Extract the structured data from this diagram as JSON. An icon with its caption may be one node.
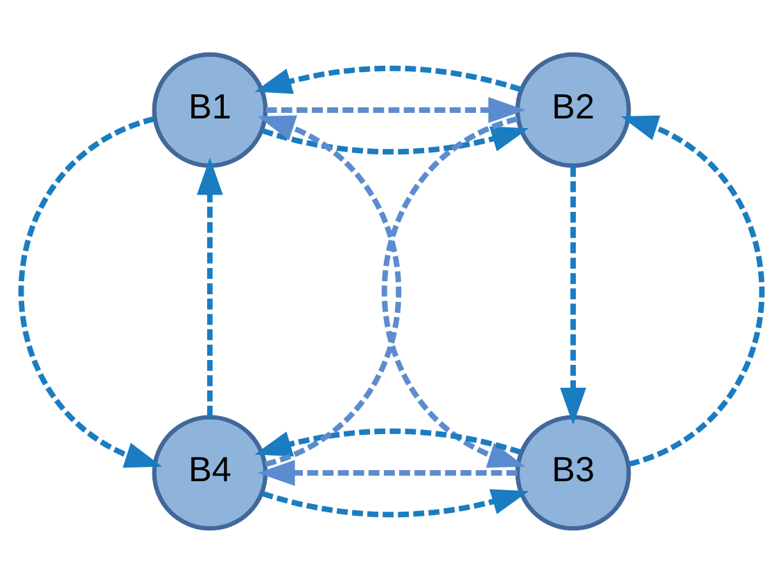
{
  "diagram": {
    "nodes": [
      {
        "text": [
          "B1"
        ]
      },
      {
        "text": [
          "B2"
        ]
      },
      {
        "text": [
          "B3"
        ]
      },
      {
        "text": [
          "B4"
        ]
      }
    ],
    "edges": [
      {
        "from": 0,
        "to": 1,
        "arrow": "to",
        "style": "dashed"
      },
      {
        "from": 0,
        "to": 1,
        "arrow": "to",
        "style": "dashed",
        "color": "#5b8ccf"
      },
      {
        "from": 1,
        "to": 0,
        "arrow": "to",
        "style": "dashed"
      },
      {
        "from": 1,
        "to": 2,
        "arrow": "to",
        "style": "dashed",
        "color": "#5b8ccf"
      },
      {
        "from": 1,
        "to": 2,
        "arrow": "to",
        "style": "dashed"
      },
      {
        "from": 2,
        "to": 1,
        "arrow": "to",
        "style": "dashed"
      },
      {
        "from": 3,
        "to": 2,
        "arrow": "to",
        "style": "dashed"
      },
      {
        "from": 2,
        "to": 3,
        "arrow": "to",
        "style": "dashed",
        "color": "#5b8ccf"
      },
      {
        "from": 2,
        "to": 3,
        "arrow": "to",
        "style": "dashed"
      },
      {
        "from": 3,
        "to": 0,
        "arrow": "to",
        "style": "dashed"
      },
      {
        "from": 3,
        "to": 0,
        "arrow": "to",
        "style": "dashed",
        "color": "#5b8ccf"
      },
      {
        "from": 0,
        "to": 3,
        "arrow": "to",
        "style": "dashed"
      }
    ]
  }
}
